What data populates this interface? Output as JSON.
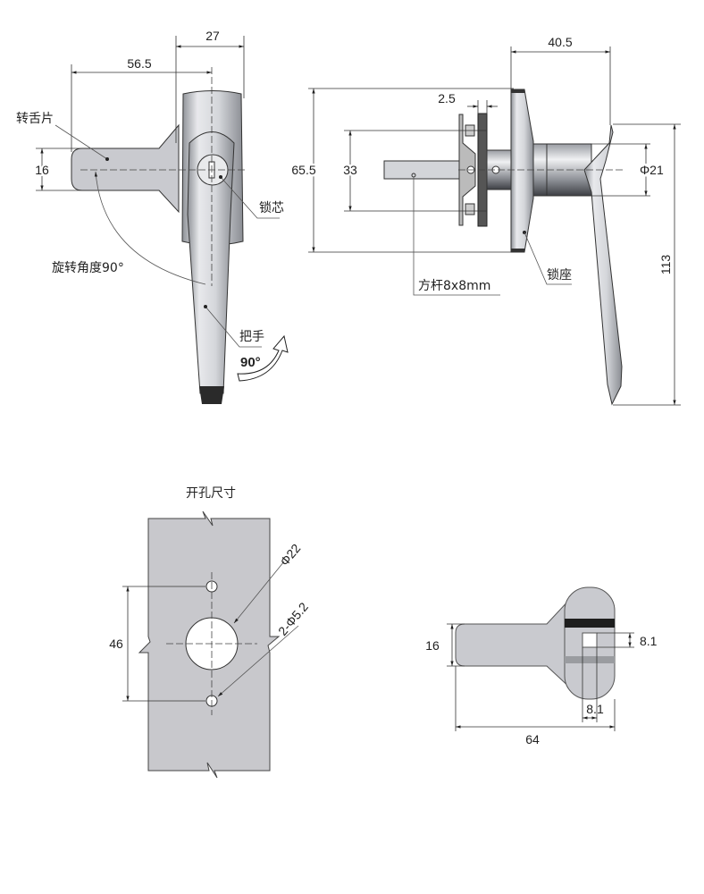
{
  "front_view": {
    "dim_width": "27",
    "dim_tongue_reach": "56.5",
    "dim_tongue_height": "16",
    "label_tongue": "转舌片",
    "label_cylinder": "锁芯",
    "label_rotation": "旋转角度90°",
    "label_handle": "把手",
    "rotation_badge": "90°"
  },
  "side_view": {
    "dim_depth": "40.5",
    "dim_height": "65.5",
    "dim_bracket": "2.5",
    "dim_hole_spacing": "33",
    "dim_diameter": "Φ21",
    "dim_handle_length": "113",
    "label_shaft": "方杆8x8mm",
    "label_base": "锁座"
  },
  "cutout_view": {
    "title": "开孔尺寸",
    "dim_spacing": "46",
    "dim_main_hole": "Φ22",
    "dim_small_holes": "2-Φ5.2"
  },
  "tongue_view": {
    "dim_height": "16",
    "dim_square_h": "8.1",
    "dim_square_w": "8.1",
    "dim_length": "64"
  },
  "colors": {
    "metal_light": "#e4e5e8",
    "metal_mid": "#b9bbc0",
    "panel": "#c8c8cc",
    "dark": "#2a2a2a"
  }
}
